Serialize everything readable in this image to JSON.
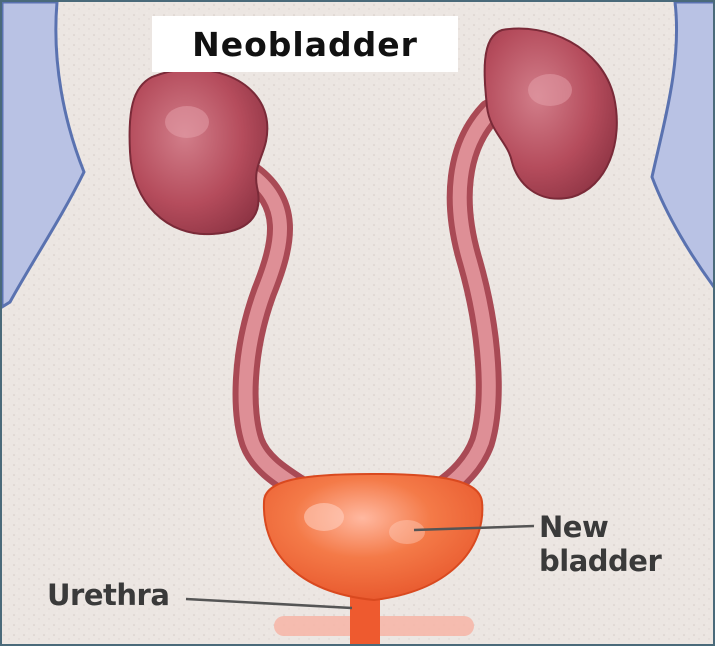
{
  "title": "Neobladder",
  "labels": {
    "new_bladder_line1": "New",
    "new_bladder_line2": "bladder",
    "urethra": "Urethra"
  },
  "colors": {
    "background": "#ece6e2",
    "body_side": "#b9c2e4",
    "body_outline": "#5a72b0",
    "kidney": "#b84f5e",
    "ureter": "#c86a72",
    "bladder": "#f26a38",
    "leader_line": "#555555"
  }
}
